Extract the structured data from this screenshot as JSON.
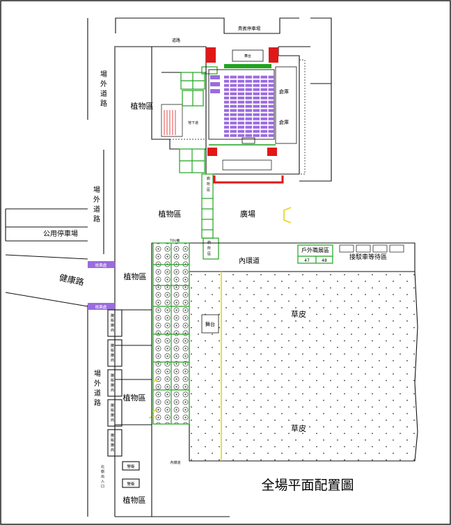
{
  "title": "全場平面配置圖",
  "labels": {
    "vip_parking": "貴賓停車場",
    "road_top": "道路",
    "stage_top": "舞台",
    "offsite_road": "場外道路",
    "public_parking": "公用停車場",
    "jiankang_road": "健康路",
    "plant_area": "植物區",
    "plaza": "廣場",
    "inner_ring_road": "內環道",
    "outdoor_exhibit": "戶外職展區",
    "booth_47": "47",
    "booth_48": "48",
    "shuttle_waiting": "接駁車等待區",
    "lawn": "草皮",
    "stage": "舞台",
    "warehouse": "倉庫",
    "underground": "地下道",
    "toilet": "廁所",
    "station_sign": "檢票處",
    "vendor_booth": "攤販攤商",
    "guard": "警衛",
    "north_entrance": "北側出入口",
    "inner_road_small": "內環道",
    "booth_tag": "TOU攤"
  }
}
